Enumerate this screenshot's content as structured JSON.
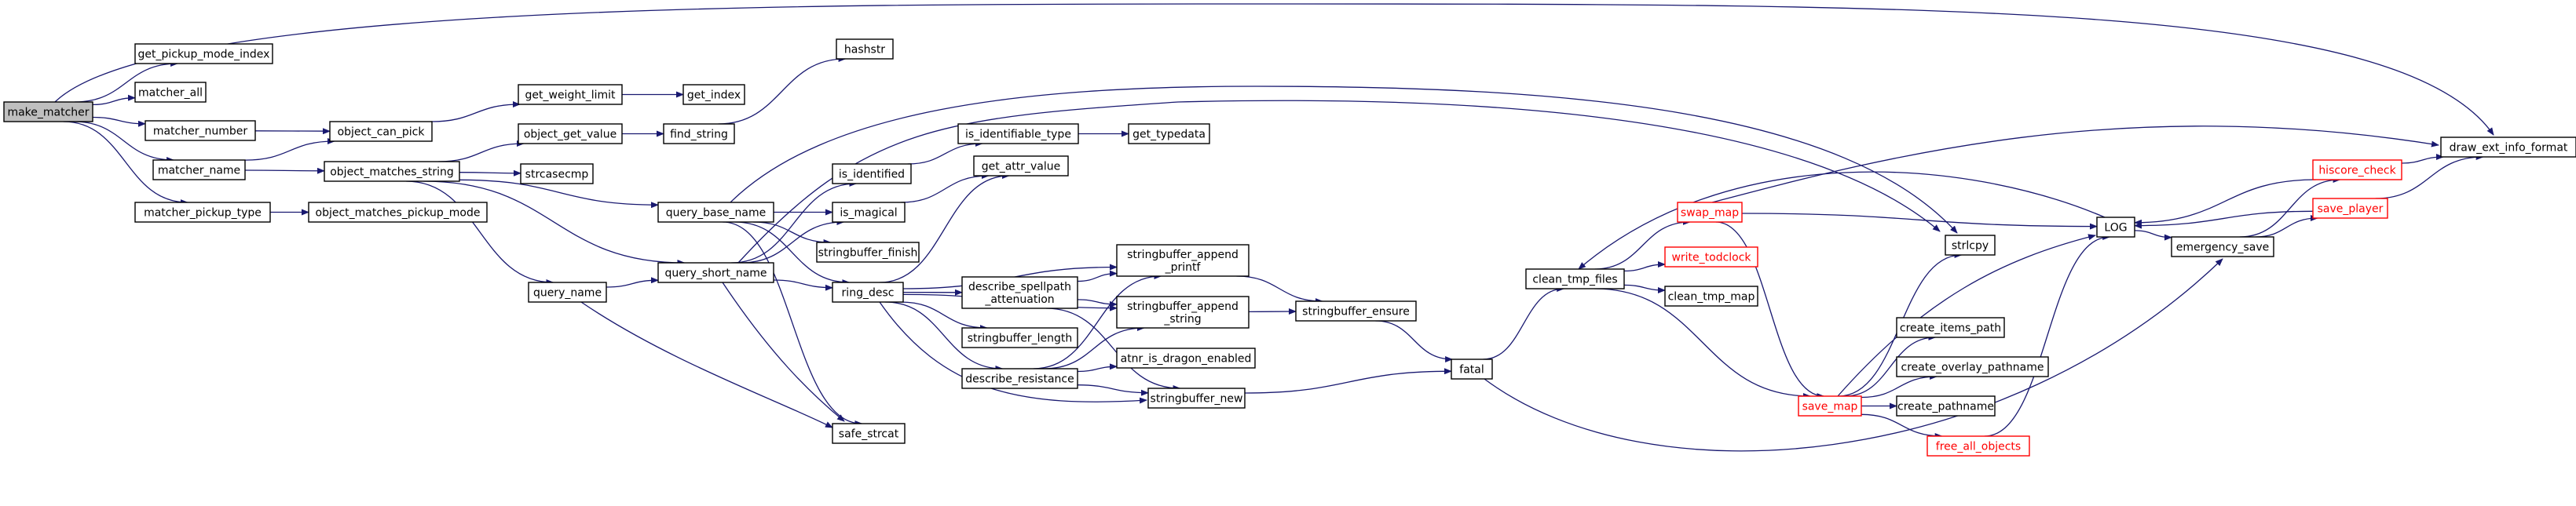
{
  "diagram": {
    "colors": {
      "edge": "#191970",
      "node_border": "#000000",
      "truncated_border": "#ff0000",
      "root_fill": "#bfbfbf"
    },
    "nodes": [
      {
        "id": "make_matcher",
        "lines": [
          "make_matcher"
        ],
        "root": true
      },
      {
        "id": "get_pickup_mode_index",
        "lines": [
          "get_pickup_mode_index"
        ]
      },
      {
        "id": "matcher_all",
        "lines": [
          "matcher_all"
        ]
      },
      {
        "id": "matcher_number",
        "lines": [
          "matcher_number"
        ]
      },
      {
        "id": "matcher_name",
        "lines": [
          "matcher_name"
        ]
      },
      {
        "id": "matcher_pickup_type",
        "lines": [
          "matcher_pickup_type"
        ]
      },
      {
        "id": "object_can_pick",
        "lines": [
          "object_can_pick"
        ]
      },
      {
        "id": "object_matches_string",
        "lines": [
          "object_matches_string"
        ]
      },
      {
        "id": "object_matches_pickup_mode",
        "lines": [
          "object_matches_pickup_mode"
        ]
      },
      {
        "id": "get_weight_limit",
        "lines": [
          "get_weight_limit"
        ]
      },
      {
        "id": "object_get_value",
        "lines": [
          "object_get_value"
        ]
      },
      {
        "id": "strcasecmp",
        "lines": [
          "strcasecmp"
        ]
      },
      {
        "id": "query_name",
        "lines": [
          "query_name"
        ]
      },
      {
        "id": "query_base_name",
        "lines": [
          "query_base_name"
        ]
      },
      {
        "id": "query_short_name",
        "lines": [
          "query_short_name"
        ]
      },
      {
        "id": "get_index",
        "lines": [
          "get_index"
        ]
      },
      {
        "id": "find_string",
        "lines": [
          "find_string"
        ]
      },
      {
        "id": "hashstr",
        "lines": [
          "hashstr"
        ]
      },
      {
        "id": "is_identified",
        "lines": [
          "is_identified"
        ]
      },
      {
        "id": "is_magical",
        "lines": [
          "is_magical"
        ]
      },
      {
        "id": "stringbuffer_finish",
        "lines": [
          "stringbuffer_finish"
        ]
      },
      {
        "id": "ring_desc",
        "lines": [
          "ring_desc"
        ]
      },
      {
        "id": "safe_strcat",
        "lines": [
          "safe_strcat"
        ]
      },
      {
        "id": "is_identifiable_type",
        "lines": [
          "is_identifiable_type"
        ]
      },
      {
        "id": "get_typedata",
        "lines": [
          "get_typedata"
        ]
      },
      {
        "id": "get_attr_value",
        "lines": [
          "get_attr_value"
        ]
      },
      {
        "id": "describe_spellpath_attenuation",
        "lines": [
          "describe_spellpath",
          "_attenuation"
        ]
      },
      {
        "id": "stringbuffer_length",
        "lines": [
          "stringbuffer_length"
        ]
      },
      {
        "id": "describe_resistance",
        "lines": [
          "describe_resistance"
        ]
      },
      {
        "id": "stringbuffer_append_printf",
        "lines": [
          "stringbuffer_append",
          "_printf"
        ]
      },
      {
        "id": "stringbuffer_append_string",
        "lines": [
          "stringbuffer_append",
          "_string"
        ]
      },
      {
        "id": "atnr_is_dragon_enabled",
        "lines": [
          "atnr_is_dragon_enabled"
        ]
      },
      {
        "id": "stringbuffer_new",
        "lines": [
          "stringbuffer_new"
        ]
      },
      {
        "id": "stringbuffer_ensure",
        "lines": [
          "stringbuffer_ensure"
        ]
      },
      {
        "id": "fatal",
        "lines": [
          "fatal"
        ]
      },
      {
        "id": "clean_tmp_files",
        "lines": [
          "clean_tmp_files"
        ]
      },
      {
        "id": "swap_map",
        "lines": [
          "swap_map"
        ],
        "truncated": true
      },
      {
        "id": "write_todclock",
        "lines": [
          "write_todclock"
        ],
        "truncated": true
      },
      {
        "id": "clean_tmp_map",
        "lines": [
          "clean_tmp_map"
        ]
      },
      {
        "id": "save_map",
        "lines": [
          "save_map"
        ],
        "truncated": true
      },
      {
        "id": "strlcpy",
        "lines": [
          "strlcpy"
        ]
      },
      {
        "id": "create_items_path",
        "lines": [
          "create_items_path"
        ]
      },
      {
        "id": "create_overlay_pathname",
        "lines": [
          "create_overlay_pathname"
        ]
      },
      {
        "id": "create_pathname",
        "lines": [
          "create_pathname"
        ]
      },
      {
        "id": "free_all_objects",
        "lines": [
          "free_all_objects"
        ],
        "truncated": true
      },
      {
        "id": "LOG",
        "lines": [
          "LOG"
        ]
      },
      {
        "id": "emergency_save",
        "lines": [
          "emergency_save"
        ]
      },
      {
        "id": "hiscore_check",
        "lines": [
          "hiscore_check"
        ],
        "truncated": true
      },
      {
        "id": "save_player",
        "lines": [
          "save_player"
        ],
        "truncated": true
      },
      {
        "id": "draw_ext_info_format",
        "lines": [
          "draw_ext_info_format"
        ]
      }
    ],
    "edges": [
      [
        "make_matcher",
        "draw_ext_info_format"
      ],
      [
        "make_matcher",
        "get_pickup_mode_index"
      ],
      [
        "make_matcher",
        "matcher_all"
      ],
      [
        "make_matcher",
        "matcher_number"
      ],
      [
        "make_matcher",
        "matcher_name"
      ],
      [
        "make_matcher",
        "matcher_pickup_type"
      ],
      [
        "matcher_number",
        "object_can_pick"
      ],
      [
        "matcher_name",
        "object_can_pick"
      ],
      [
        "matcher_name",
        "object_matches_string"
      ],
      [
        "matcher_pickup_type",
        "object_matches_pickup_mode"
      ],
      [
        "object_can_pick",
        "get_weight_limit"
      ],
      [
        "get_weight_limit",
        "get_index"
      ],
      [
        "object_matches_string",
        "object_get_value"
      ],
      [
        "object_matches_string",
        "strcasecmp"
      ],
      [
        "object_matches_string",
        "query_base_name"
      ],
      [
        "object_matches_string",
        "query_short_name"
      ],
      [
        "object_matches_string",
        "query_name"
      ],
      [
        "object_get_value",
        "find_string"
      ],
      [
        "find_string",
        "hashstr"
      ],
      [
        "query_name",
        "query_short_name"
      ],
      [
        "query_name",
        "safe_strcat"
      ],
      [
        "query_base_name",
        "strlcpy"
      ],
      [
        "query_base_name",
        "is_magical"
      ],
      [
        "query_base_name",
        "stringbuffer_finish"
      ],
      [
        "query_base_name",
        "ring_desc"
      ],
      [
        "query_base_name",
        "safe_strcat"
      ],
      [
        "query_short_name",
        "is_identified"
      ],
      [
        "query_short_name",
        "is_magical"
      ],
      [
        "query_short_name",
        "ring_desc"
      ],
      [
        "query_short_name",
        "safe_strcat"
      ],
      [
        "query_short_name",
        "strlcpy"
      ],
      [
        "is_identified",
        "is_identifiable_type"
      ],
      [
        "is_identifiable_type",
        "get_typedata"
      ],
      [
        "is_magical",
        "get_attr_value"
      ],
      [
        "ring_desc",
        "get_attr_value"
      ],
      [
        "ring_desc",
        "stringbuffer_append_printf"
      ],
      [
        "ring_desc",
        "stringbuffer_append_string"
      ],
      [
        "ring_desc",
        "describe_spellpath_attenuation"
      ],
      [
        "ring_desc",
        "stringbuffer_length"
      ],
      [
        "ring_desc",
        "describe_resistance"
      ],
      [
        "ring_desc",
        "stringbuffer_new"
      ],
      [
        "describe_spellpath_attenuation",
        "stringbuffer_append_printf"
      ],
      [
        "describe_spellpath_attenuation",
        "stringbuffer_append_string"
      ],
      [
        "describe_spellpath_attenuation",
        "stringbuffer_new"
      ],
      [
        "describe_resistance",
        "stringbuffer_append_printf"
      ],
      [
        "describe_resistance",
        "stringbuffer_append_string"
      ],
      [
        "describe_resistance",
        "atnr_is_dragon_enabled"
      ],
      [
        "describe_resistance",
        "stringbuffer_new"
      ],
      [
        "stringbuffer_append_printf",
        "stringbuffer_ensure"
      ],
      [
        "stringbuffer_append_string",
        "stringbuffer_ensure"
      ],
      [
        "stringbuffer_ensure",
        "fatal"
      ],
      [
        "stringbuffer_new",
        "fatal"
      ],
      [
        "fatal",
        "clean_tmp_files"
      ],
      [
        "fatal",
        "emergency_save"
      ],
      [
        "clean_tmp_files",
        "swap_map"
      ],
      [
        "clean_tmp_files",
        "write_todclock"
      ],
      [
        "clean_tmp_files",
        "clean_tmp_map"
      ],
      [
        "clean_tmp_files",
        "save_map"
      ],
      [
        "swap_map",
        "draw_ext_info_format"
      ],
      [
        "swap_map",
        "LOG"
      ],
      [
        "swap_map",
        "save_map"
      ],
      [
        "save_map",
        "strlcpy"
      ],
      [
        "save_map",
        "LOG"
      ],
      [
        "save_map",
        "create_items_path"
      ],
      [
        "save_map",
        "create_overlay_pathname"
      ],
      [
        "save_map",
        "create_pathname"
      ],
      [
        "save_map",
        "free_all_objects"
      ],
      [
        "free_all_objects",
        "LOG"
      ],
      [
        "LOG",
        "clean_tmp_files"
      ],
      [
        "LOG",
        "emergency_save"
      ],
      [
        "emergency_save",
        "hiscore_check"
      ],
      [
        "emergency_save",
        "save_player"
      ],
      [
        "save_player",
        "LOG"
      ],
      [
        "save_player",
        "draw_ext_info_format"
      ],
      [
        "hiscore_check",
        "LOG"
      ],
      [
        "hiscore_check",
        "draw_ext_info_format"
      ]
    ]
  }
}
